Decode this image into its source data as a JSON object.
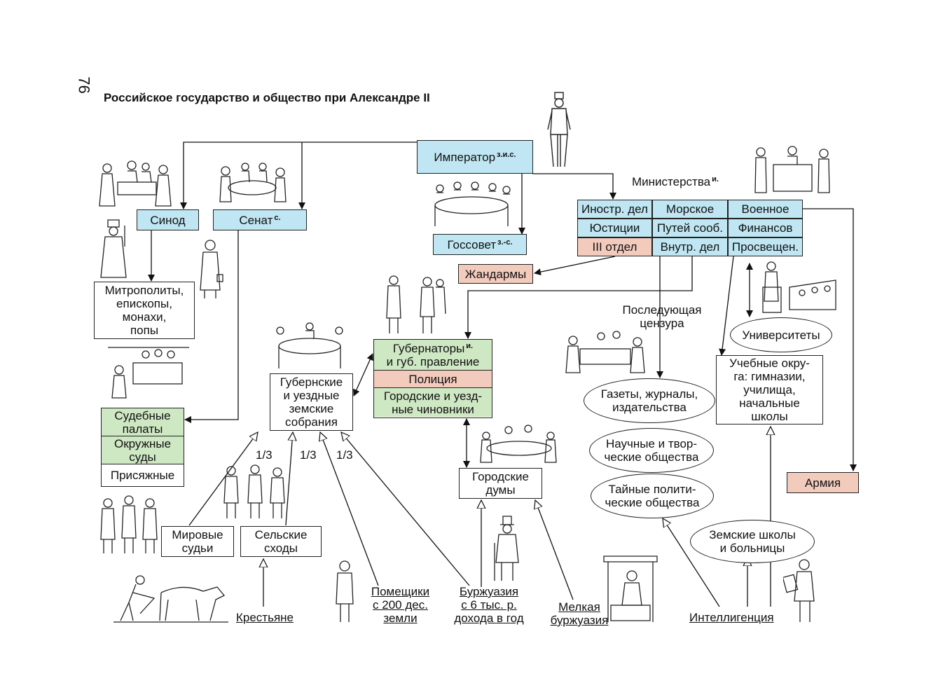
{
  "page_number": "76",
  "title": "Российское государство и общество при Александре II",
  "legend_marks": {
    "emperor": "з.и.с.",
    "senate": "с.",
    "state_council": "з.-с.",
    "ministries": "и.",
    "governors": "и."
  },
  "nodes": {
    "emperor": "Император",
    "ministries_label": "Министерства",
    "synod": "Синод",
    "senate": "Сенат",
    "state_council": "Госсовет",
    "ministries_grid": [
      [
        "Иностр. дел",
        "Морское",
        "Военное"
      ],
      [
        "Юстиции",
        "Путей сооб.",
        "Финансов"
      ],
      [
        "III отдел",
        "Внутр. дел",
        "Просвещен."
      ]
    ],
    "gendarmes": "Жандармы",
    "clergy": [
      "Митрополиты,",
      "епископы,",
      "монахи,",
      "попы"
    ],
    "courts": [
      "Судебные палаты",
      "Окружные суды",
      "Присяжные"
    ],
    "zemstvo": [
      "Губернские",
      "и уездные",
      "земские",
      "собрания"
    ],
    "governors": {
      "line1": "Губернаторы",
      "line2": "и губ. правление",
      "police": "Полиция",
      "officials": "Городские и уезд-ные чиновники"
    },
    "censorship": [
      "Последующая",
      "цензура"
    ],
    "universities": "Университеты",
    "school_districts": [
      "Учебные окру-",
      "га: гимназии,",
      "училища,",
      "начальные",
      "школы"
    ],
    "press": [
      "Газеты, журналы,",
      "издательства"
    ],
    "sci_societies": [
      "Научные и твор-",
      "ческие общества"
    ],
    "secret_societies": [
      "Тайные полити-",
      "ческие общества"
    ],
    "zemstvo_schools": [
      "Земские школы",
      "и больницы"
    ],
    "city_dumas": [
      "Городские",
      "думы"
    ],
    "army": "Армия",
    "peace_judges": [
      "Мировые",
      "судьи"
    ],
    "village_assemblies": [
      "Сельские",
      "сходы"
    ],
    "share_13_a": "1/3",
    "share_13_b": "1/3",
    "share_13_c": "1/3"
  },
  "social_groups": {
    "peasants": "Крестьяне",
    "landowners": [
      "Помещики",
      "с 200 дес.",
      "земли"
    ],
    "bourgeoisie": [
      "Буржуазия",
      "с 6 тыс. р.",
      "дохода в год"
    ],
    "petty_bourgeoisie": [
      "Мелкая",
      "буржуазия"
    ],
    "intelligentsia": "Интеллигенция"
  },
  "colors": {
    "blue": "#bfe6f2",
    "green": "#cfe8c4",
    "pink": "#f3cbbd"
  }
}
